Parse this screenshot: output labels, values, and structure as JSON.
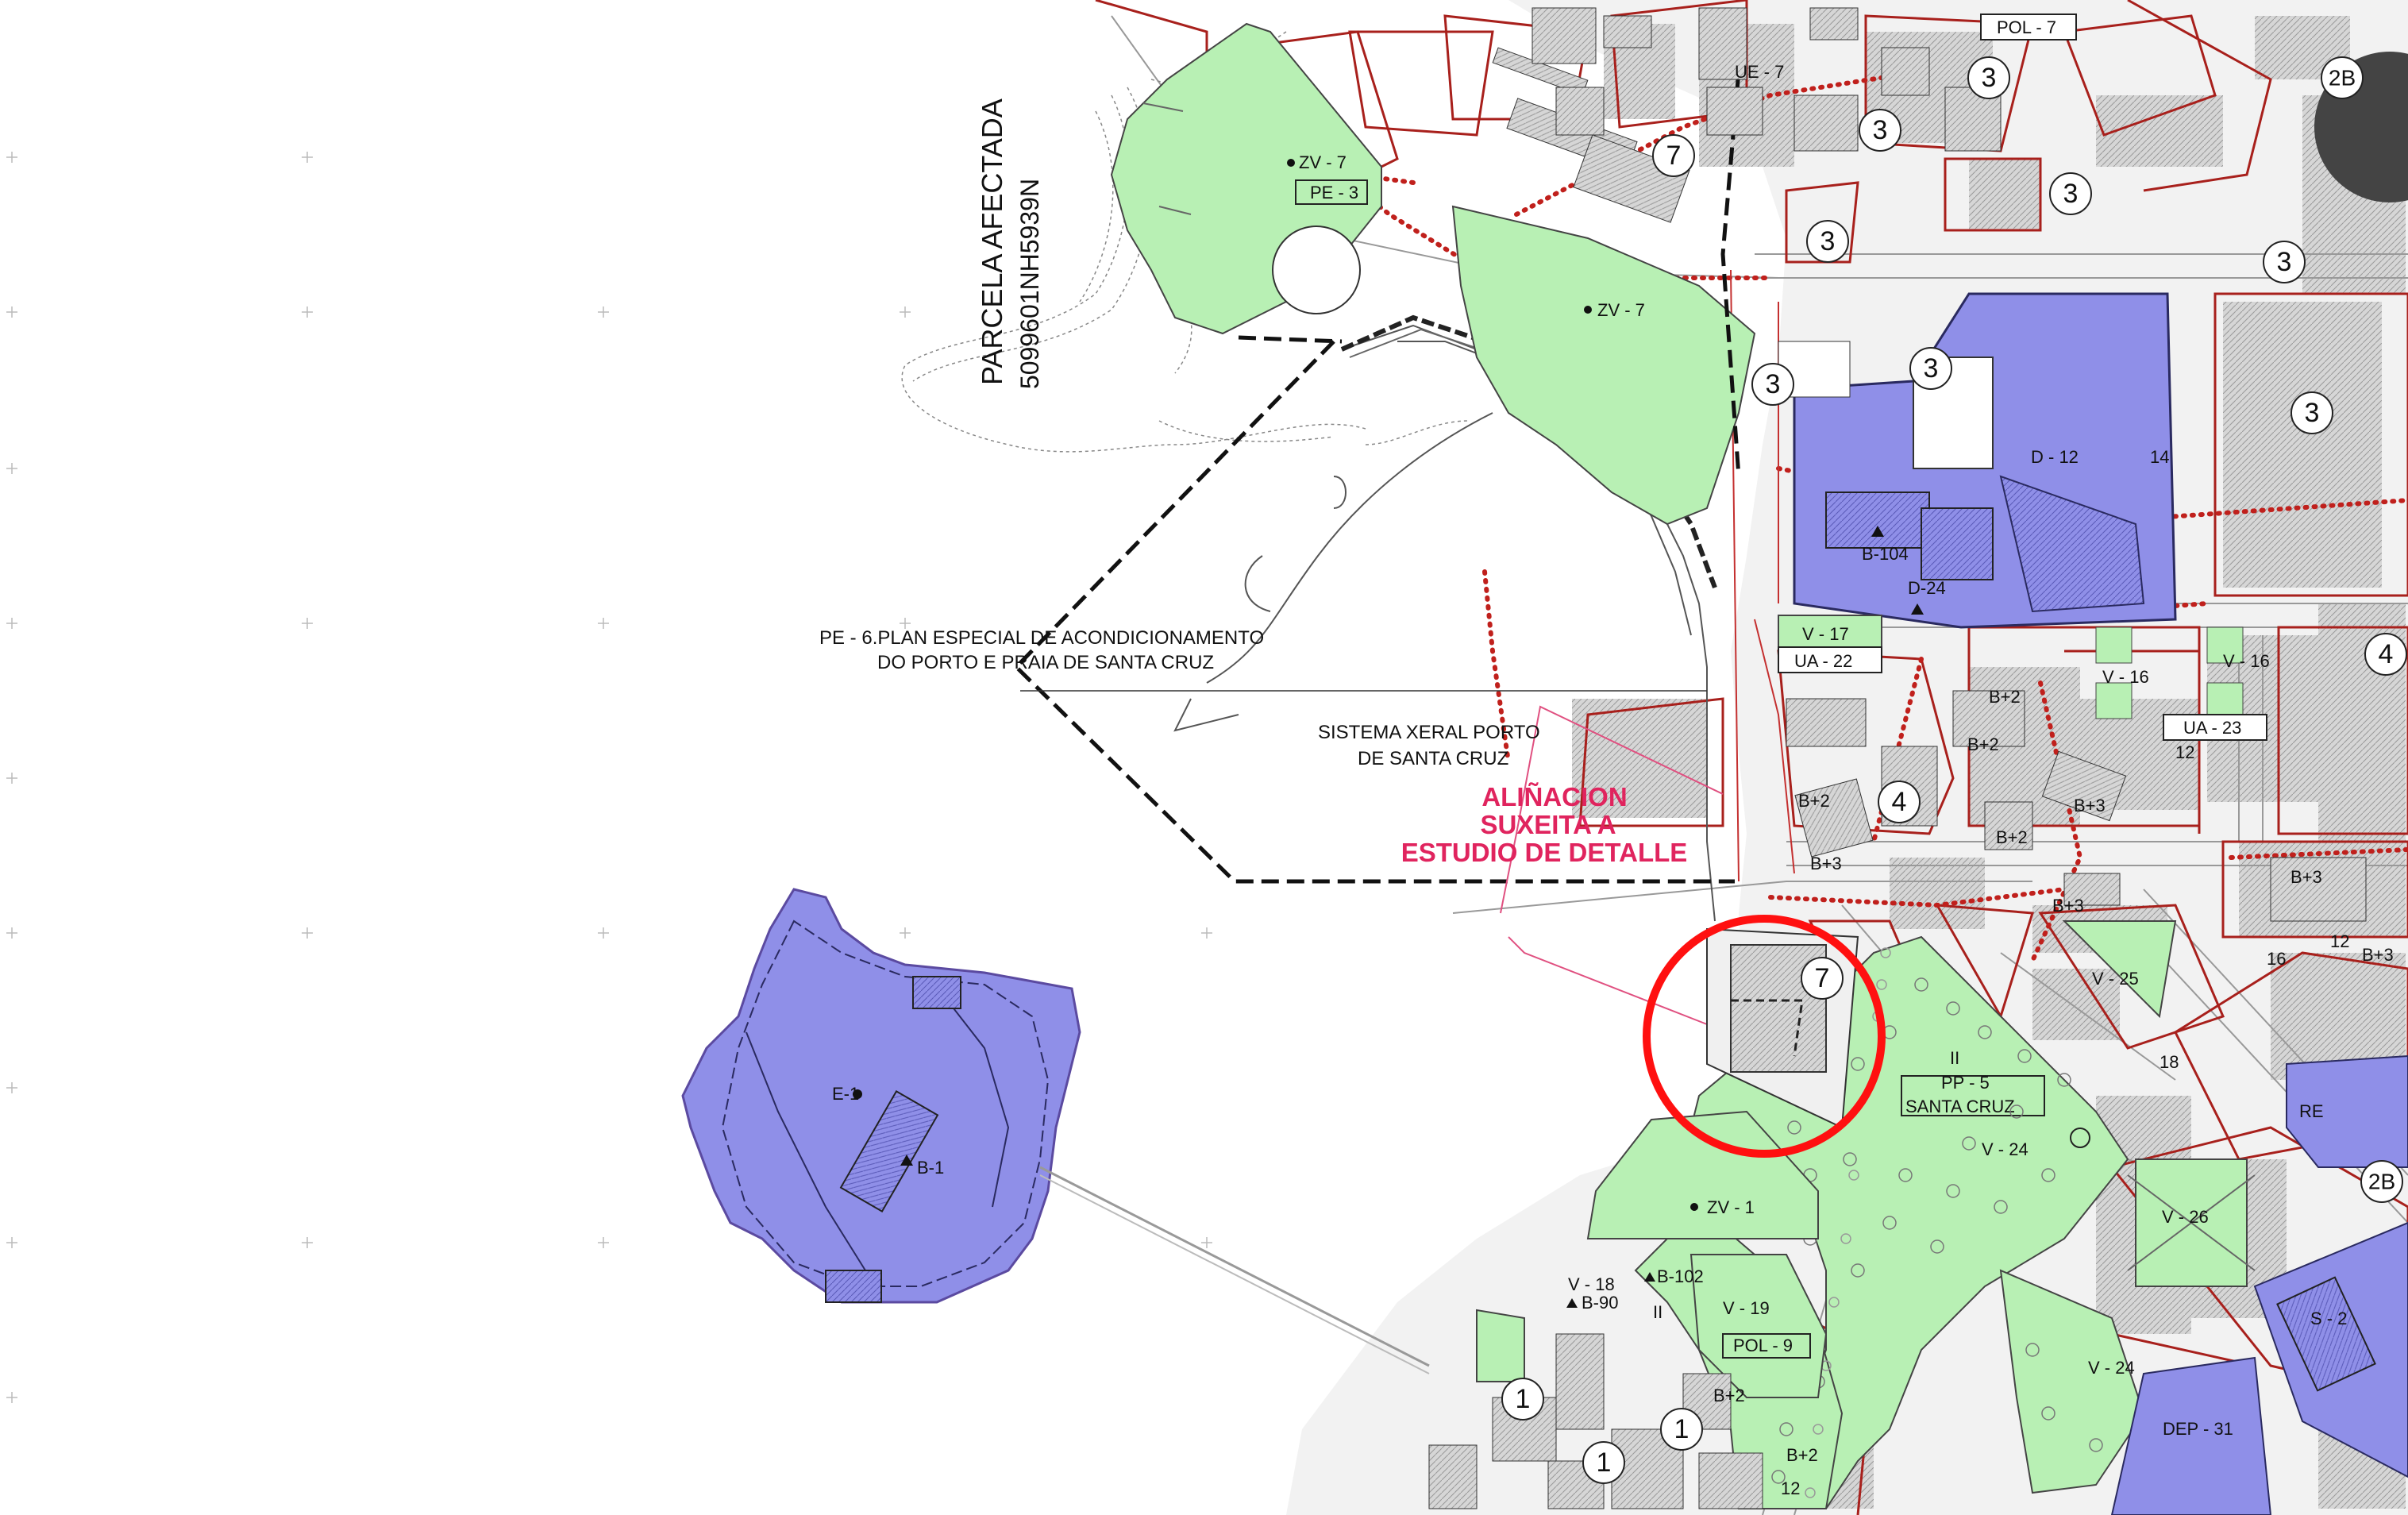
{
  "parcel": {
    "title": "PARCELA AFECTADA",
    "ref": "5099601NH5939N"
  },
  "annotations": {
    "pe6_line1": "PE - 6.PLAN ESPECIAL DE ACONDICIONAMENTO",
    "pe6_line2": "DO PORTO E PRAIA DE SANTA CRUZ",
    "port_line1": "SISTEMA XERAL PORTO",
    "port_line2": "DE SANTA CRUZ",
    "alignment_line1": "ALIÑACION",
    "alignment_line2": "SUXEITA A",
    "alignment_line3": "ESTUDIO DE DETALLE"
  },
  "zone_labels": {
    "pol7": "POL - 7",
    "ue7": "UE - 7",
    "zv7_a": "ZV - 7",
    "pe3": "PE - 3",
    "zv7_b": "ZV - 7",
    "d12": "D - 12",
    "b104": "B-104",
    "d24": "D-24",
    "v17": "V - 17",
    "ua22": "UA - 22",
    "v16a": "V - 16",
    "v16b": "V - 16",
    "ua23": "UA - 23",
    "b2_a": "B+2",
    "b2_b": "B+2",
    "b2_c": "B+2",
    "b3_a": "B+3",
    "b3_b": "B+3",
    "b3_c": "B+3",
    "b3_d": "B+3",
    "b3_e": "B+3",
    "b2_d": "B+2",
    "v25": "V - 25",
    "pp5": "PP - 5",
    "santa_cruz": "SANTA CRUZ",
    "v24_a": "V - 24",
    "v24_b": "V - 24",
    "re": "RE",
    "v26": "V - 26",
    "zv1": "ZV - 1",
    "v18": "V - 18",
    "b102": "B-102",
    "b90": "B-90",
    "v19": "V - 19",
    "pol9": "POL - 9",
    "b2_e": "B+2",
    "b2_f": "B+2",
    "s2": "S - 2",
    "dep31": "DEP - 31",
    "e1": "E-1",
    "b1": "B-1",
    "num12_a": "12",
    "num12_b": "12",
    "num12_c": "12",
    "num14": "14",
    "num16": "16",
    "num18": "18",
    "roman2_a": "II",
    "roman2_b": "II"
  },
  "circled_numbers": {
    "c3_a": "3",
    "c3_b": "3",
    "c3_c": "3",
    "c3_d": "3",
    "c3_e": "3",
    "c3_f": "3",
    "c3_g": "3",
    "c3_h": "3",
    "c7_a": "7",
    "c7_b": "7",
    "c2b_a": "2B",
    "c2b_b": "2B",
    "c4_a": "4",
    "c4_b": "4",
    "c1_a": "1",
    "c1_b": "1",
    "c1_c": "1"
  },
  "colors": {
    "green_zone": "#b8f0b4",
    "blue_zone": "#8f8fe8",
    "grey_block": "#cfcfcf",
    "red_boundary": "#a8201c",
    "highlight_circle": "#ff1010",
    "note_text": "#e0245e"
  }
}
